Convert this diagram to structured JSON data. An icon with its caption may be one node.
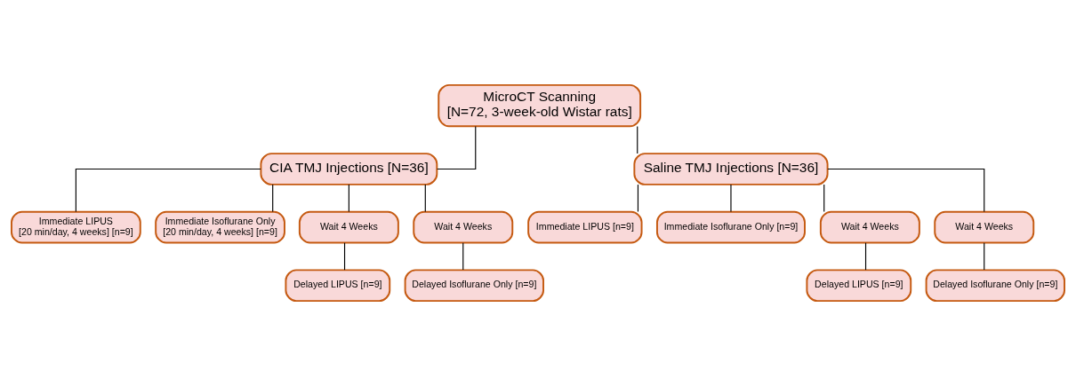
{
  "diagram": {
    "nodes": [
      {
        "text": [
          "MicroCT Scanning",
          "[N=72, 3-week-old Wistar rats]"
        ]
      },
      {
        "text": [
          "CIA TMJ Injections [N=36]"
        ]
      },
      {
        "text": [
          "Saline TMJ Injections [N=36]"
        ]
      },
      {
        "text": [
          "Immediate LIPUS",
          "[20 min/day, 4 weeks] [n=9]"
        ]
      },
      {
        "text": [
          "Immediate Isoflurane Only",
          "[20 min/day, 4 weeks] [n=9]"
        ]
      },
      {
        "text": [
          "Wait 4 Weeks"
        ]
      },
      {
        "text": [
          "Wait 4 Weeks"
        ]
      },
      {
        "text": [
          "Immediate LIPUS [n=9]"
        ]
      },
      {
        "text": [
          "Immediate Isoflurane Only [n=9]"
        ]
      },
      {
        "text": [
          "Wait 4 Weeks"
        ]
      },
      {
        "text": [
          "Wait 4 Weeks"
        ]
      },
      {
        "text": [
          "Delayed LIPUS [n=9]"
        ]
      },
      {
        "text": [
          "Delayed Isoflurane Only [n=9]"
        ]
      },
      {
        "text": [
          "Delayed LIPUS [n=9]"
        ]
      },
      {
        "text": [
          "Delayed Isoflurane Only [n=9]"
        ]
      }
    ],
    "edges": [
      {
        "from": 0,
        "to": 1,
        "arrow": "none"
      },
      {
        "from": 0,
        "to": 2,
        "arrow": "none"
      },
      {
        "from": 1,
        "to": 3,
        "arrow": "none"
      },
      {
        "from": 1,
        "to": 4,
        "arrow": "none"
      },
      {
        "from": 1,
        "to": 5,
        "arrow": "none"
      },
      {
        "from": 1,
        "to": 6,
        "arrow": "none"
      },
      {
        "from": 2,
        "to": 7,
        "arrow": "none"
      },
      {
        "from": 2,
        "to": 8,
        "arrow": "none"
      },
      {
        "from": 2,
        "to": 9,
        "arrow": "none"
      },
      {
        "from": 2,
        "to": 10,
        "arrow": "none"
      },
      {
        "from": 5,
        "to": 11,
        "arrow": "none"
      },
      {
        "from": 6,
        "to": 12,
        "arrow": "none"
      },
      {
        "from": 9,
        "to": 13,
        "arrow": "none"
      },
      {
        "from": 10,
        "to": 14,
        "arrow": "none"
      }
    ]
  }
}
